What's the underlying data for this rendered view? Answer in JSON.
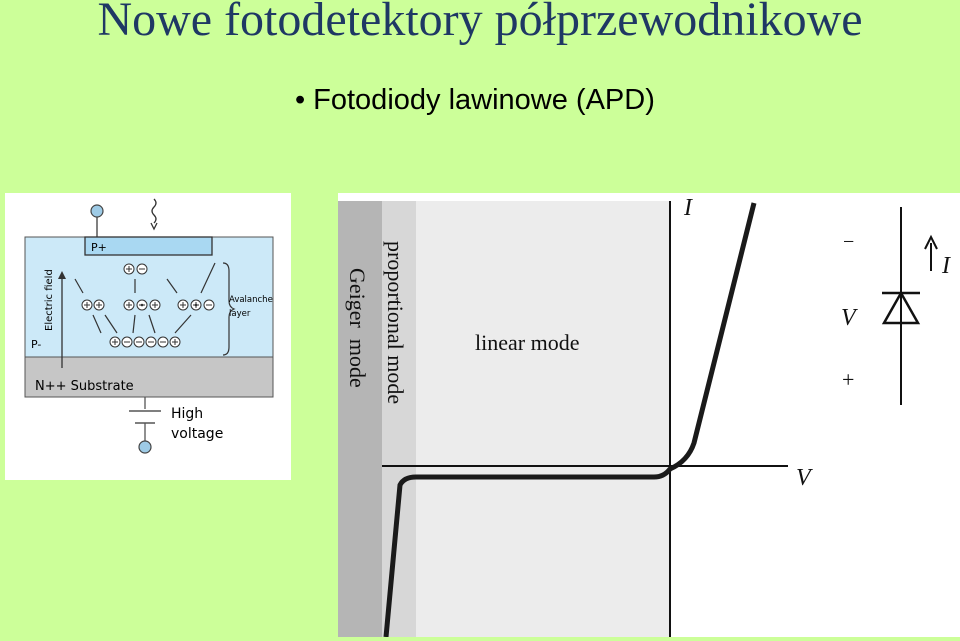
{
  "slide": {
    "title": "Nowe fotodetektory półprzewodnikowe",
    "bullet": "Fotodiody lawinowe (APD)",
    "bullet_symbol": "•"
  },
  "apd_diagram": {
    "p_plus": "P+",
    "p_minus": "P-",
    "substrate": "N++ Substrate",
    "electric_field": "Electric field",
    "avalanche_line1": "Avalanche",
    "avalanche_line2": "layer",
    "high": "High",
    "voltage": "voltage"
  },
  "iv_chart": {
    "y_label": "I",
    "x_label": "V",
    "geiger_mode": "Geiger  mode",
    "proportional_mode": "proportional mode",
    "linear_mode": "linear mode",
    "diode_minus": "−",
    "diode_v": "V",
    "diode_plus": "+",
    "diode_current": "I"
  },
  "colors": {
    "background": "#ccff99",
    "title": "#1f3864",
    "device_fill": "#cce9f8",
    "geiger_band": "#b5b5b5",
    "proportional_band": "#d7d7d7",
    "linear_band": "#ececec"
  }
}
